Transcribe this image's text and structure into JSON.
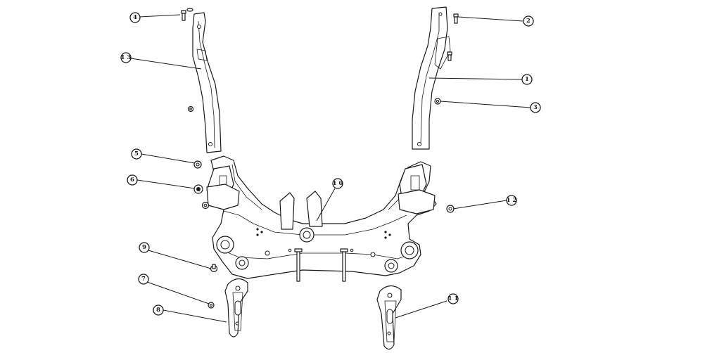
{
  "callouts": [
    {
      "id": "1",
      "label": "1"
    },
    {
      "id": "2",
      "label": "2"
    },
    {
      "id": "3",
      "label": "3"
    },
    {
      "id": "4",
      "label": "4"
    },
    {
      "id": "5",
      "label": "5"
    },
    {
      "id": "6",
      "label": "6"
    },
    {
      "id": "7",
      "label": "7"
    },
    {
      "id": "8",
      "label": "8"
    },
    {
      "id": "9",
      "label": "9"
    },
    {
      "id": "10",
      "label": "1 0"
    },
    {
      "id": "11",
      "label": "1 1"
    },
    {
      "id": "12",
      "label": "1 2"
    },
    {
      "id": "13",
      "label": "1 3"
    }
  ]
}
